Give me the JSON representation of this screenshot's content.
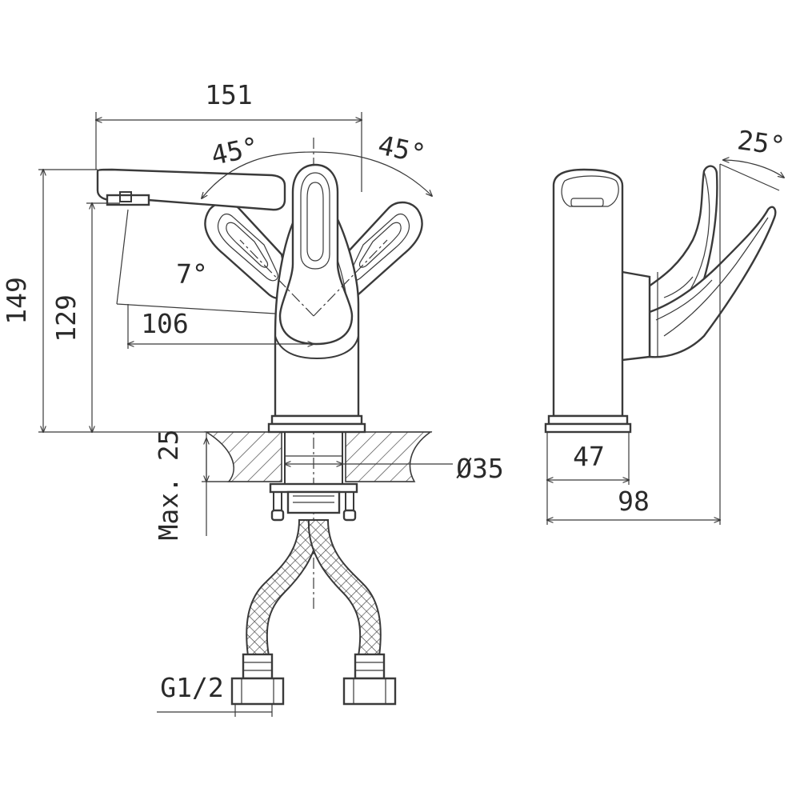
{
  "front_view": {
    "width_label": "151",
    "angle_left_label": "45°",
    "angle_right_label": "45°",
    "tilt_label": "7°",
    "reach_label": "106",
    "height_total_label": "149",
    "height_spout_label": "129",
    "max_thickness_label": "Max. 25",
    "hole_diameter_label": "Ø35",
    "connector_label": "G1/2"
  },
  "side_view": {
    "lever_angle_label": "25°",
    "base_diameter_label": "47",
    "depth_label": "98"
  },
  "colors": {
    "line": "#3a3a3a",
    "background": "#ffffff"
  }
}
